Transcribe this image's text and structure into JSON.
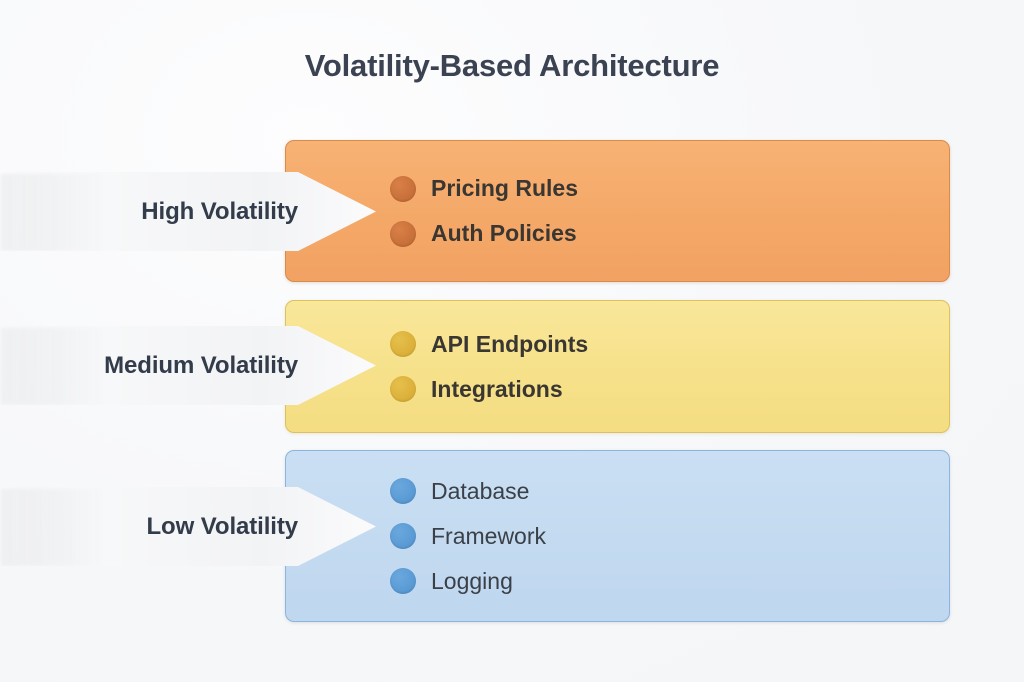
{
  "title": "Volatility-Based Architecture",
  "colors": {
    "background": "#f8f9fb",
    "title_text": "#3b4352",
    "arrow_fill": "#f7f8f9",
    "arrow_text": "#333c4a",
    "high_band_fill": "#f4a868",
    "high_band_border": "#d98b4a",
    "high_bullet": "#c9713a",
    "medium_band_fill": "#f6e18a",
    "medium_band_border": "#ddc15c",
    "medium_bullet": "#dcb13b",
    "low_band_fill": "#c3daf0",
    "low_band_border": "#8db4da",
    "low_bullet": "#5b9bd5",
    "item_text": "#3b3b3b"
  },
  "layers": [
    {
      "id": "high",
      "callout_label": "High Volatility",
      "items": [
        {
          "label": "Pricing Rules",
          "bullet": "bullet-dot-icon"
        },
        {
          "label": "Auth Policies",
          "bullet": "bullet-dot-icon"
        }
      ]
    },
    {
      "id": "medium",
      "callout_label": "Medium Volatility",
      "items": [
        {
          "label": "API Endpoints",
          "bullet": "bullet-dot-icon"
        },
        {
          "label": "Integrations",
          "bullet": "bullet-dot-icon"
        }
      ]
    },
    {
      "id": "low",
      "callout_label": "Low Volatility",
      "items": [
        {
          "label": "Database",
          "bullet": "bullet-dot-icon"
        },
        {
          "label": "Framework",
          "bullet": "bullet-dot-icon"
        },
        {
          "label": "Logging",
          "bullet": "bullet-dot-icon"
        }
      ]
    }
  ]
}
